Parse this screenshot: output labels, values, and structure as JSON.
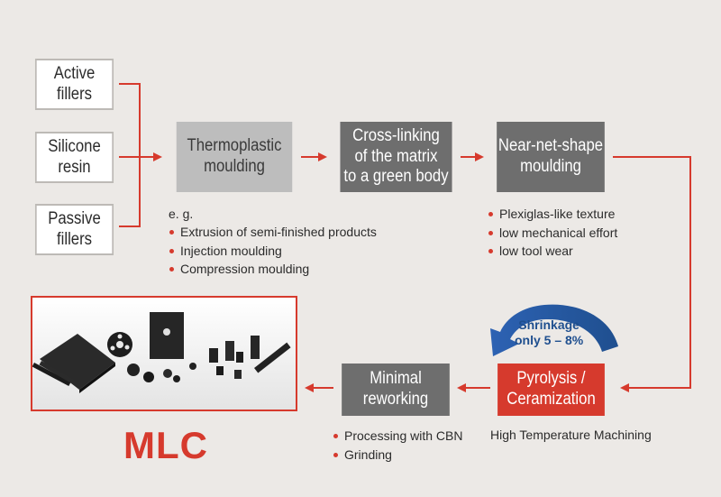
{
  "inputs": [
    {
      "lines": [
        "Active",
        "fillers"
      ]
    },
    {
      "lines": [
        "Silicone",
        "resin"
      ]
    },
    {
      "lines": [
        "Passive",
        "fillers"
      ]
    }
  ],
  "steps": {
    "thermoplastic": {
      "lines": [
        "Thermoplastic",
        "moulding"
      ]
    },
    "crosslinking": {
      "lines": [
        "Cross-linking",
        "of the matrix",
        "to a green body"
      ]
    },
    "nearnet": {
      "lines": [
        "Near-net-shape",
        "moulding"
      ]
    },
    "pyrolysis": {
      "lines": [
        "Pyrolysis /",
        "Ceramization"
      ]
    },
    "reworking": {
      "lines": [
        "Minimal",
        "reworking"
      ]
    }
  },
  "thermoplastic_notes": {
    "intro": "e. g.",
    "items": [
      "Extrusion of semi-finished products",
      "Injection moulding",
      "Compression moulding"
    ]
  },
  "nearnet_notes": {
    "items": [
      "Plexiglas-like texture",
      "low mechanical effort",
      "low tool wear"
    ]
  },
  "reworking_notes": {
    "items": [
      "Processing with CBN",
      "Grinding"
    ]
  },
  "pyrolysis_note": "High Temperature Machining",
  "shrinkage": {
    "line1": "Shrinkage",
    "line2": "only 5 – 8%"
  },
  "product_label": "MLC",
  "colors": {
    "accent_red": "#d63a2d",
    "arrow_blue": "#1f4f8f",
    "box_dark": "#6e6e6e",
    "box_light": "#bdbdbd",
    "background": "#ece9e6"
  }
}
